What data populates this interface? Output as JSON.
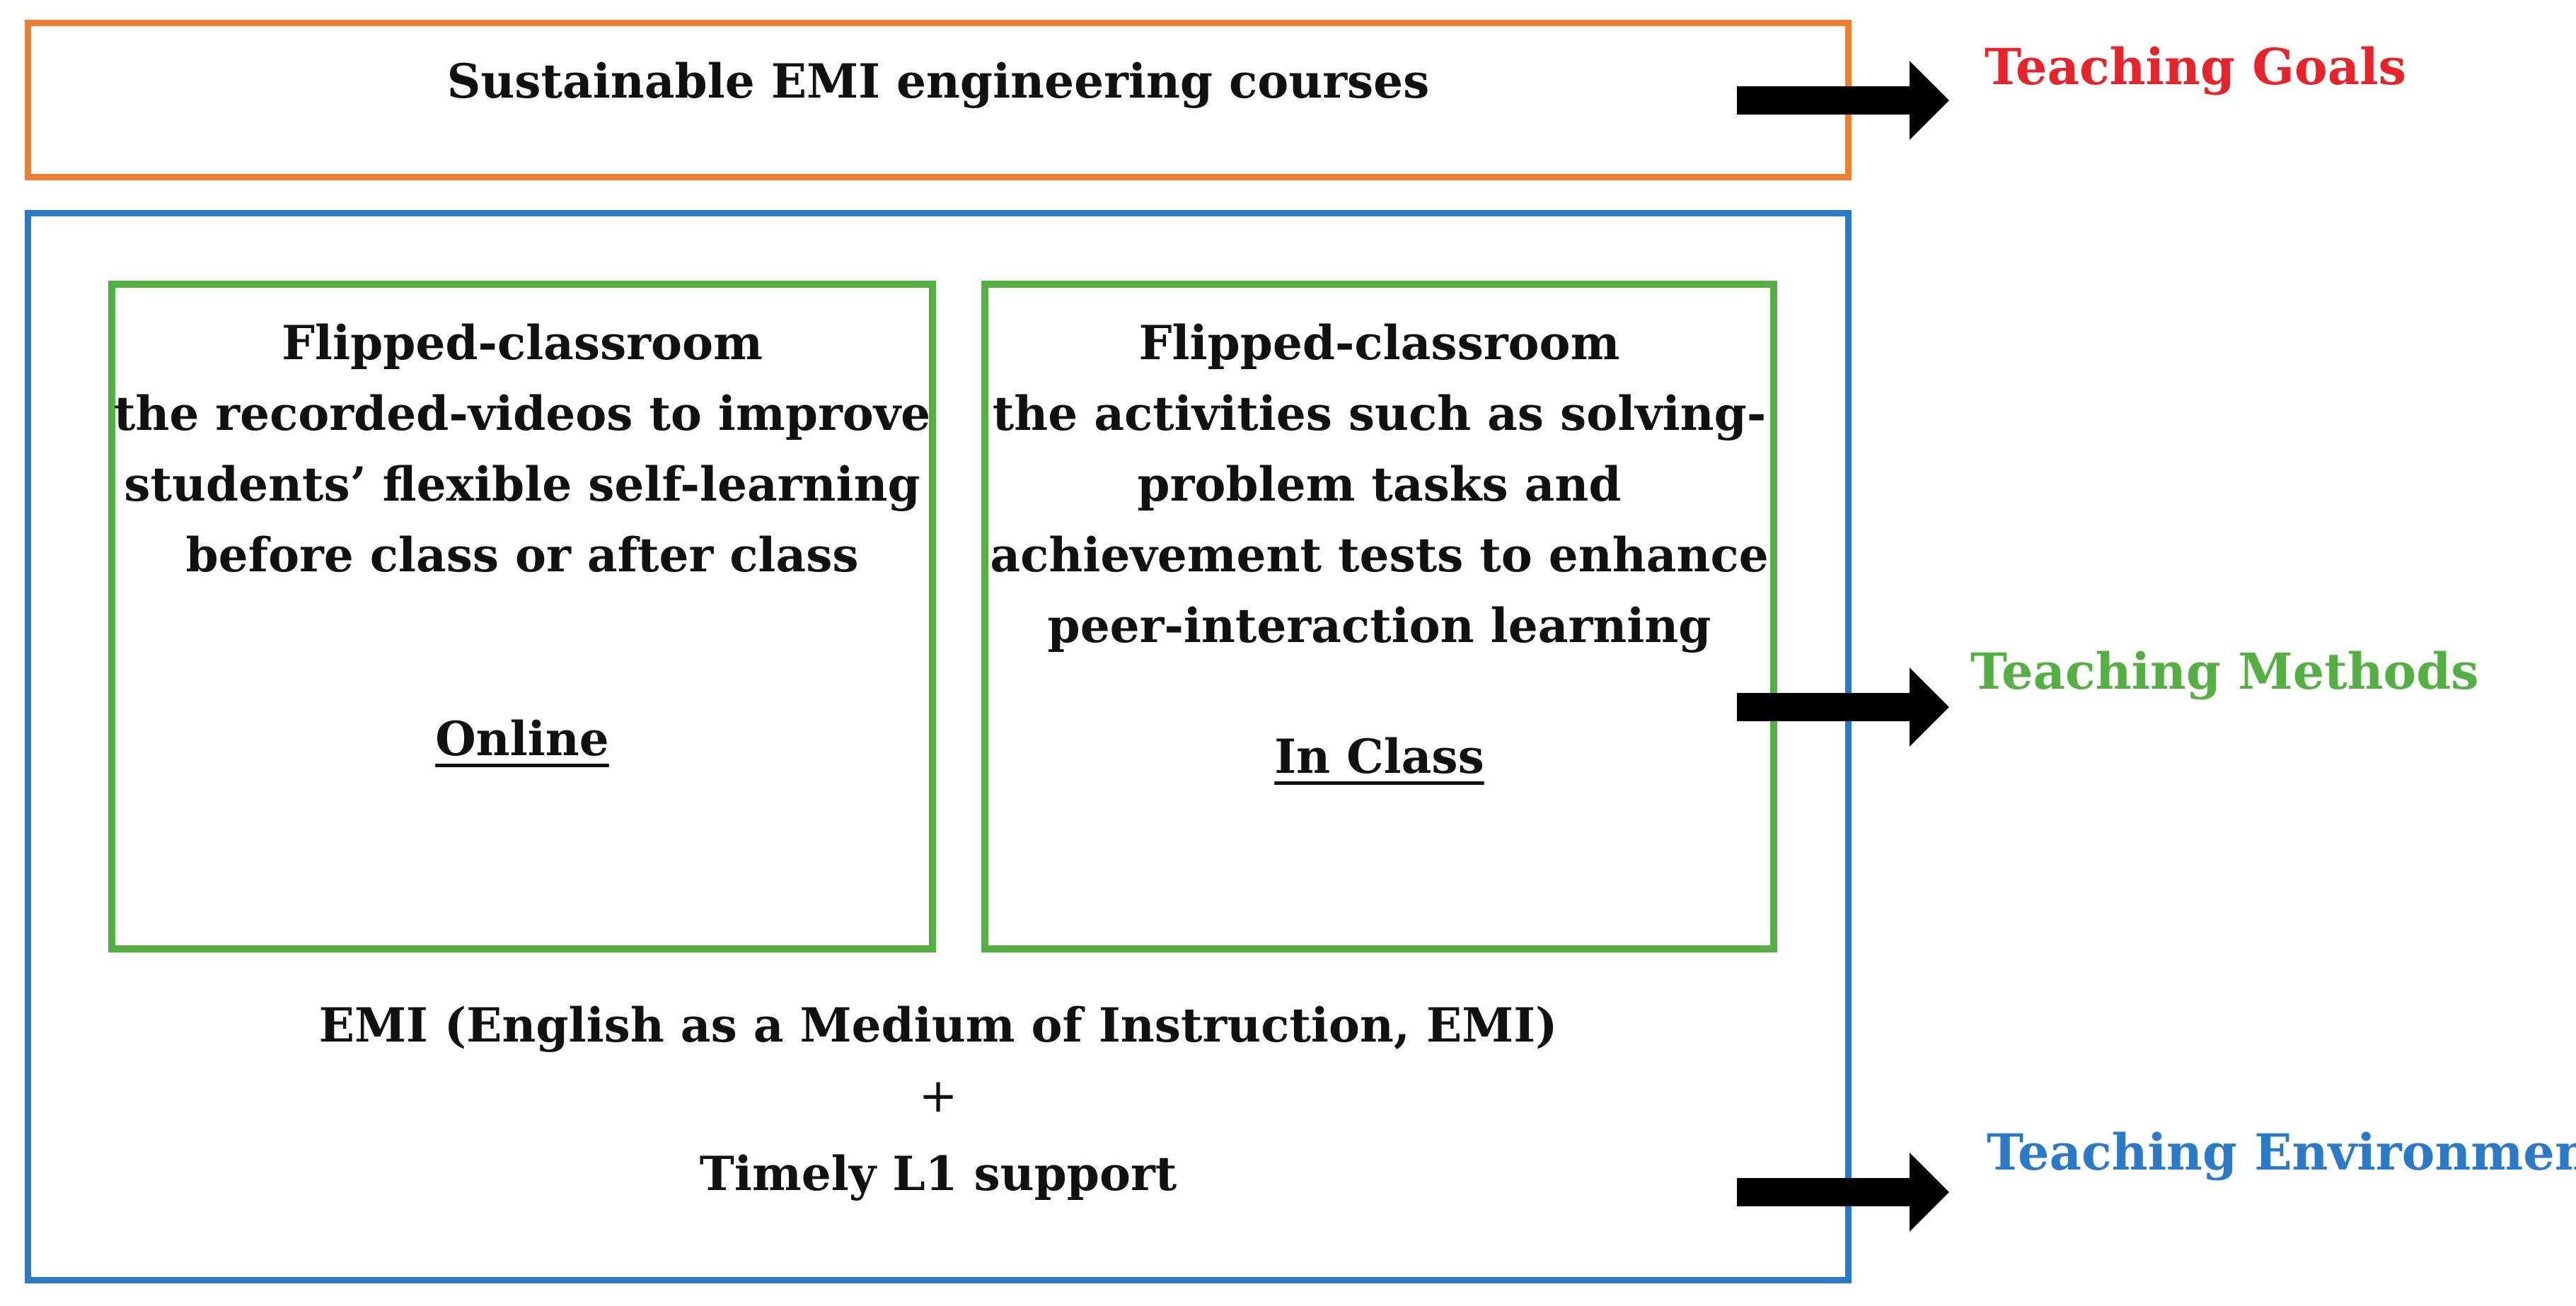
{
  "goals": {
    "text": "Sustainable EMI engineering courses",
    "label": "Teaching Goals",
    "label_color": "#e8232a",
    "border_color": "#ef7f2e"
  },
  "methods": {
    "online": {
      "title": "Flipped-classroom",
      "lines": [
        "the recorded-videos to improve",
        "students’ flexible self-learning",
        "before class or after class"
      ],
      "mode": "Online"
    },
    "in_class": {
      "title": "Flipped-classroom",
      "lines": [
        "the activities such as solving-",
        "problem tasks and",
        "achievement tests to enhance",
        "peer-interaction learning"
      ],
      "mode": "In Class"
    },
    "label": "Teaching Methods",
    "label_color": "#55b044",
    "border_color": "#55b044"
  },
  "environment": {
    "lines": [
      "EMI (English as a Medium of Instruction, EMI)",
      "+",
      "Timely L1 support"
    ],
    "label": "Teaching Environment",
    "label_color": "#2b79c9",
    "border_color": "#2b79c9"
  },
  "icons": [
    "arrow-right-icon"
  ]
}
